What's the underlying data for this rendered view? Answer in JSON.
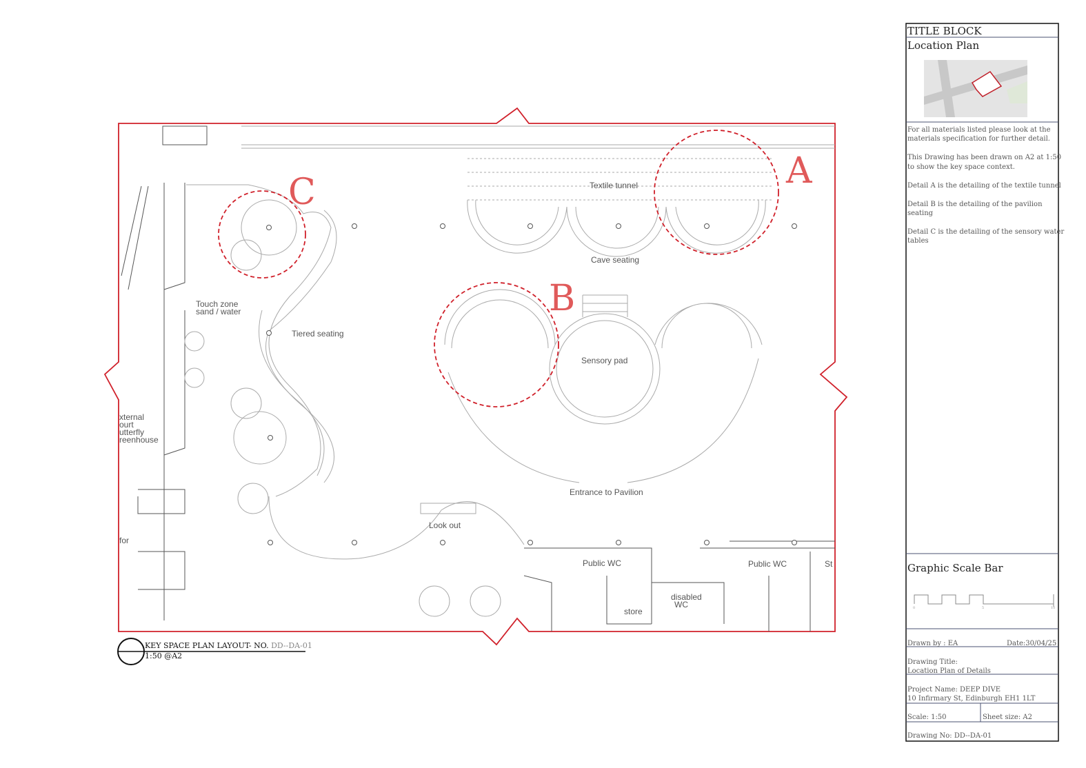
{
  "plan": {
    "labels": {
      "textile_tunnel": "Textile tunnel",
      "cave_seating": "Cave seating",
      "touch_zone_1": "Touch zone",
      "touch_zone_2": "sand / water",
      "tiered_seating": "Tiered seating",
      "sensory_pad": "Sensory pad",
      "entrance": "Entrance to Pavilion",
      "look_out": "Look out",
      "public_wc_1": "Public WC",
      "public_wc_2": "Public WC",
      "disabled_wc_1": "disabled",
      "disabled_wc_2": "WC",
      "store": "store",
      "st": "St",
      "greenhouse": [
        "xternal",
        "ourt",
        "utterfly",
        "reenhouse"
      ],
      "for": "for"
    },
    "details": {
      "a": "A",
      "b": "B",
      "c": "C"
    },
    "accent_color": "#d0202a"
  },
  "caption": {
    "title": "KEY SPACE PLAN LAYOUT- NO.",
    "number": "DD--DA-01",
    "scale": "1:50 @A2"
  },
  "title_block": {
    "heading": "TITLE BLOCK",
    "location_plan": "Location Plan",
    "notes": [
      [
        "For all materials listed please look at the",
        "materials specification for further detail."
      ],
      [
        "This  Drawing has been drawn on A2 at 1:50",
        "to show the key space context."
      ],
      [
        "Detail A is the detailing of the textile tunnel"
      ],
      [
        "Detail B is the detailing of the pavilion",
        "seating"
      ],
      [
        "Detail C is the detailing of the sensory water",
        "tables"
      ]
    ],
    "scale_bar_title": "Graphic Scale Bar",
    "scale_ticks": [
      "0",
      "5",
      "10"
    ],
    "drawn_by": "Drawn by : EA",
    "date": "Date:30/04/25",
    "drawing_title_label": "Drawing Title:",
    "drawing_title": "Location Plan of Details",
    "project_name": "Project Name: DEEP DIVE",
    "address": "10 Infirmary St, Edinburgh EH1 1LT",
    "scale": "Scale: 1:50",
    "sheet_size": "Sheet size: A2",
    "drawing_no": "Drawing No:  DD--DA-01"
  }
}
